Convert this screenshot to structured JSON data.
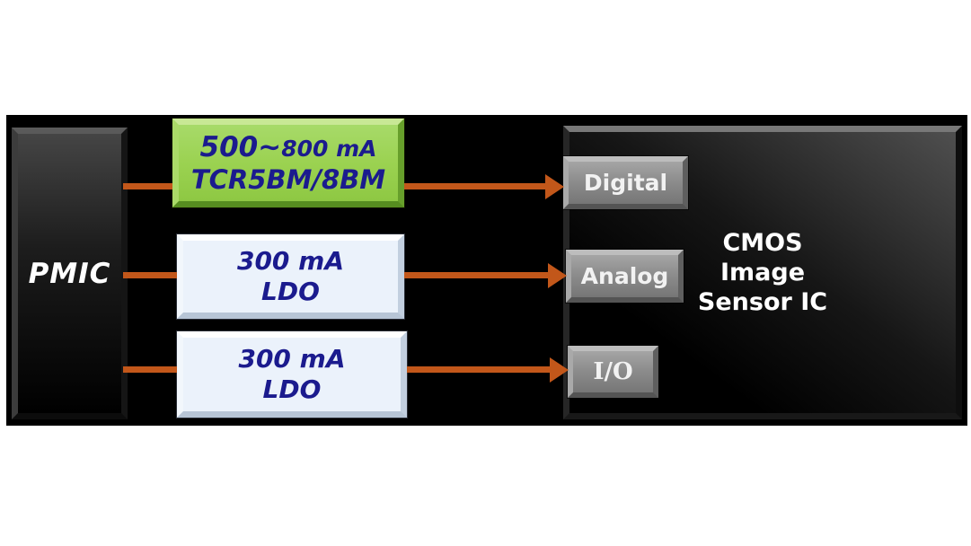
{
  "colors": {
    "arrow_orange": "#c2571a",
    "buck_green": "#9bd251",
    "ldo_light_blue": "#ebf2fb",
    "navy_text": "#1b1b8e",
    "frame_black": "#000000",
    "button_gray": "#8d8d8d",
    "text_white": "#ffffff"
  },
  "pmic": {
    "label": "PMIC"
  },
  "buck_regulator": {
    "current_range_large": "500∼",
    "current_range_small": "800 mA",
    "part_number": "TCR5BM/8BM"
  },
  "ldo_regulator_1": {
    "current": "300 mA",
    "type": "LDO"
  },
  "ldo_regulator_2": {
    "current": "300 mA",
    "type": "LDO"
  },
  "image_sensor": {
    "name_line1": "CMOS",
    "name_line2": "Image",
    "name_line3": "Sensor IC",
    "domain_digital": "Digital",
    "domain_analog": "Analog",
    "domain_io": "I/O"
  }
}
